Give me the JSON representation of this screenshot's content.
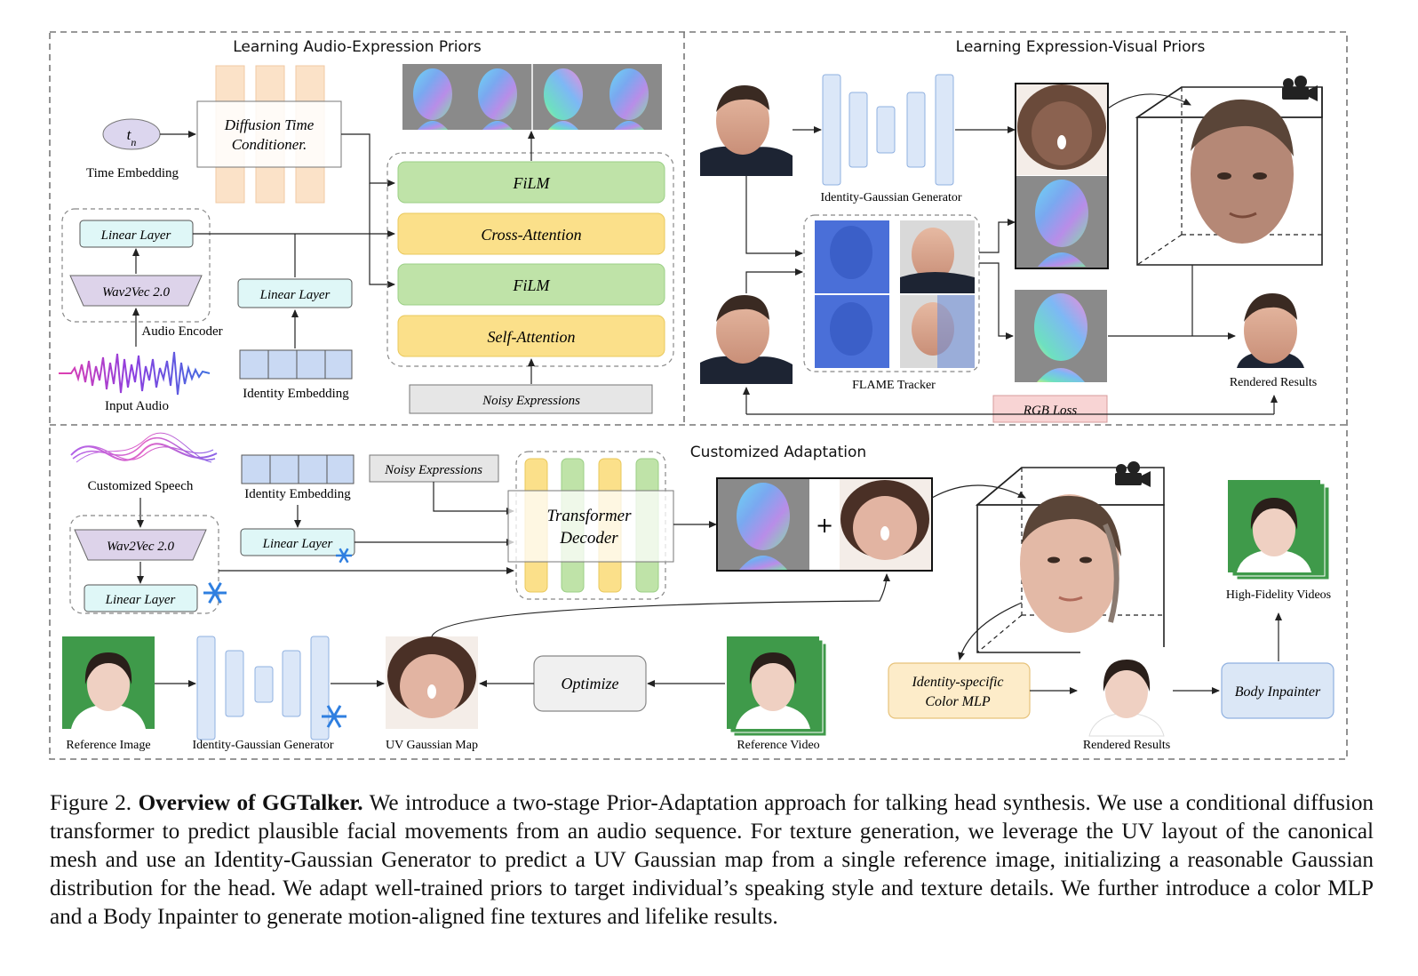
{
  "sections": {
    "audio_expression": "Learning Audio-Expression Priors",
    "expression_visual": "Learning Expression-Visual Priors",
    "customized": "Customized Adaptation"
  },
  "top_left": {
    "time_symbol": "tn",
    "time_embedding": "Time Embedding",
    "diffusion_line1": "Diffusion Time",
    "diffusion_line2": "Conditioner.",
    "linear_layer_audio": "Linear Layer",
    "wav2vec": "Wav2Vec 2.0",
    "audio_encoder": "Audio Encoder",
    "input_audio": "Input Audio",
    "linear_layer_id": "Linear Layer",
    "identity_embedding": "Identity Embedding",
    "film_top": "FiLM",
    "cross_attention": "Cross-Attention",
    "film_bottom": "FiLM",
    "self_attention": "Self-Attention",
    "noisy_expressions": "Noisy Expressions"
  },
  "top_right": {
    "id_gaussian_generator": "Identity-Gaussian Generator",
    "flame_tracker": "FLAME Tracker",
    "rendered_results": "Rendered Results",
    "rgb_loss": "RGB Loss"
  },
  "bottom": {
    "customized_speech": "Customized Speech",
    "wav2vec": "Wav2Vec 2.0",
    "linear_layer_audio": "Linear Layer",
    "identity_embedding": "Identity Embedding",
    "linear_layer_id": "Linear Layer",
    "noisy_expressions": "Noisy Expressions",
    "transformer_line1": "Transformer",
    "transformer_line2": "Decoder",
    "plus": "+",
    "reference_image": "Reference Image",
    "id_gaussian_generator": "Identity-Gaussian Generator",
    "uv_gaussian_map": "UV Gaussian Map",
    "optimize": "Optimize",
    "reference_video": "Reference Video",
    "color_mlp_line1": "Identity-specific",
    "color_mlp_line2": "Color MLP",
    "rendered_results": "Rendered Results",
    "body_inpainter": "Body Inpainter",
    "high_fidelity": "High-Fidelity Videos"
  },
  "caption": {
    "label": "Figure 2.",
    "title": "Overview of GGTalker.",
    "text": "We introduce a two-stage Prior-Adaptation approach for talking head synthesis. We use a conditional diffusion transformer to predict plausible facial movements from an audio sequence. For texture generation, we leverage the UV layout of the canonical mesh and use an Identity-Gaussian Generator to predict a UV Gaussian map from a single reference image, initializing a reasonable Gaussian distribution for the head. We adapt well-trained priors to target individual’s speaking style and texture details. We further introduce a color MLP and a Body Inpainter to generate motion-aligned fine textures and lifelike results."
  },
  "icons": [
    "snowflake-icon",
    "camera-icon",
    "audio-waveform-icon",
    "speech-waveform-icon"
  ],
  "colors": {
    "film_green": "#bfe3a8",
    "attention_yellow": "#fbe08a",
    "linear_cyan": "#dff7f7",
    "wav2vec_purple": "#ddd3ea",
    "identity_blue": "#c9d9f3",
    "rgb_loss_pink": "#f8d4d4",
    "mlp_orange": "#fdecc9",
    "body_blue": "#dbe7f6",
    "snowflake_blue": "#2f7fe0"
  }
}
